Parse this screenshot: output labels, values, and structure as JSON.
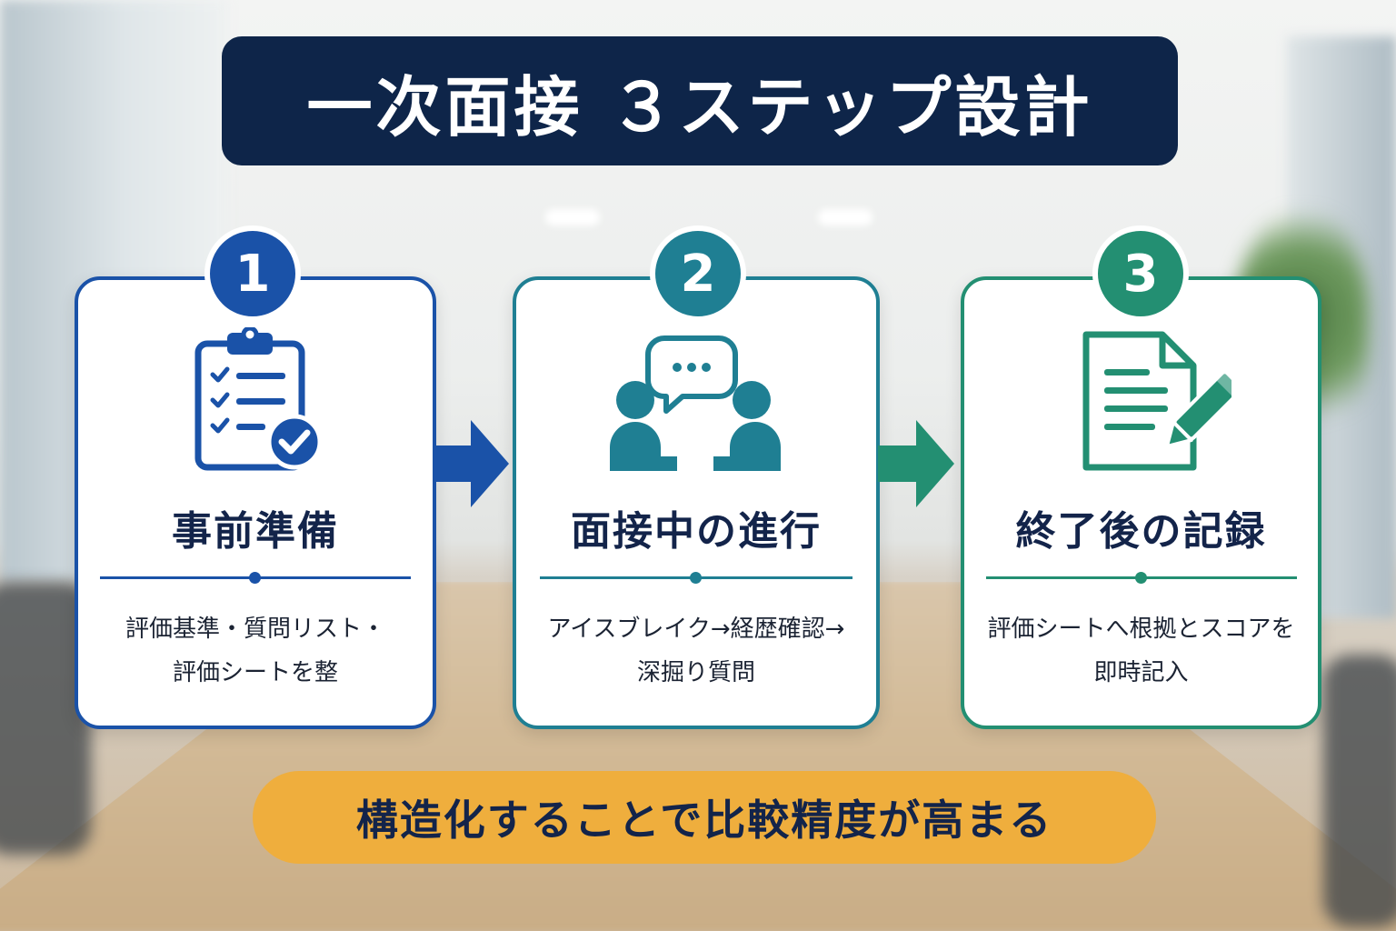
{
  "title": "一次面接 ３ステップ設計",
  "steps": [
    {
      "number": "1",
      "heading": "事前準備",
      "desc_lines": [
        "評価基準・質問リスト・",
        "評価シートを整"
      ],
      "icon": "clipboard-check-icon",
      "color": "#1a52a8"
    },
    {
      "number": "2",
      "heading": "面接中の進行",
      "desc_lines": [
        "アイスブレイク→経歴確認→",
        "深掘り質問"
      ],
      "icon": "conversation-icon",
      "color": "#1f7f93"
    },
    {
      "number": "3",
      "heading": "終了後の記録",
      "desc_lines": [
        "評価シートへ根拠とスコアを",
        "即時記入"
      ],
      "icon": "document-pen-icon",
      "color": "#238f72"
    }
  ],
  "footer": "構造化することで比較精度が高まる",
  "colors": {
    "title_bg": "#0e2549",
    "footer_bg": "#efae3d",
    "text_dark": "#13244a"
  }
}
